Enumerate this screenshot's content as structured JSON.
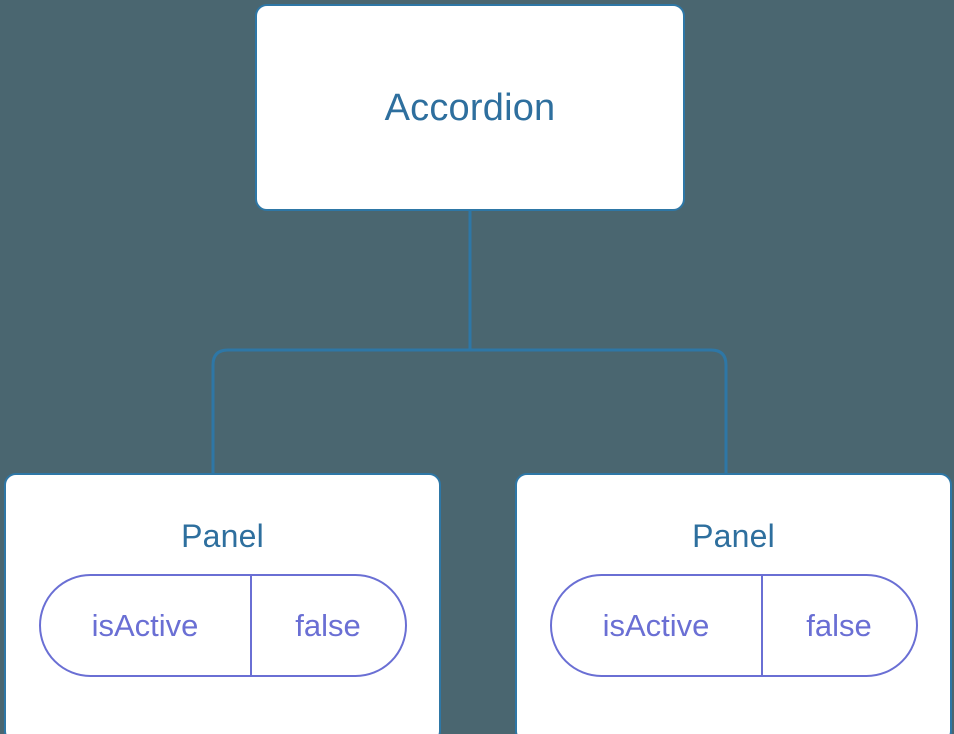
{
  "canvas": {
    "background_color": "#4a6670",
    "edge_color": "#2e77a6",
    "node_border_color": "#2e77a6",
    "node_fill_color": "#ffffff",
    "node_title_color": "#2e6f9e",
    "prop_color": "#6a6fd4"
  },
  "tree": {
    "root": {
      "title": "Accordion"
    },
    "children": [
      {
        "title": "Panel",
        "props": [
          {
            "key": "isActive",
            "value": "false"
          }
        ]
      },
      {
        "title": "Panel",
        "props": [
          {
            "key": "isActive",
            "value": "false"
          }
        ]
      }
    ]
  }
}
